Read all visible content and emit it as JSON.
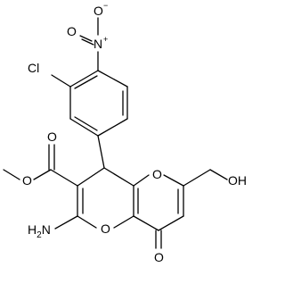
{
  "diagram": {
    "type": "skeletal-structure",
    "atoms": {
      "nitro_n": "N",
      "nitro_n_charge": "+",
      "nitro_o_top": "O",
      "nitro_o_top_charge": "−",
      "nitro_o_left": "O",
      "chloro": "Cl",
      "ester_o_carbonyl": "O",
      "ester_o_methoxy": "O",
      "ring_o_upper": "O",
      "ring_o_lower": "O",
      "hydroxyl": "OH",
      "ketone_o": "O",
      "amino_n": "N",
      "amino_h": "H",
      "amino_h_count": "2"
    }
  }
}
